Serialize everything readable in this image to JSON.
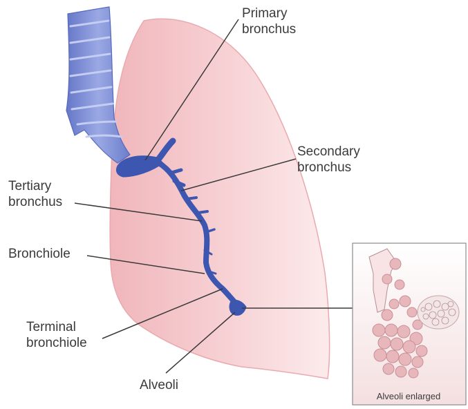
{
  "labels": {
    "primary_bronchus": [
      "Primary",
      "bronchus"
    ],
    "secondary_bronchus": [
      "Secondary",
      "bronchus"
    ],
    "tertiary_bronchus": [
      "Tertiary",
      "bronchus"
    ],
    "bronchiole": "Bronchiole",
    "terminal_bronchiole": [
      "Terminal",
      "bronchiole"
    ],
    "alveoli": "Alveoli"
  },
  "inset": {
    "caption": "Alveoli enlarged"
  },
  "colors": {
    "lung_light": "#fbe3e4",
    "lung_mid": "#f2b9bd",
    "airway": "#3d56b0",
    "trachea": "#7d8fd6",
    "trachea_ring": "#a9b6ea",
    "alveoli": "#e8b7bb",
    "leader_line": "#3a3a3a"
  }
}
